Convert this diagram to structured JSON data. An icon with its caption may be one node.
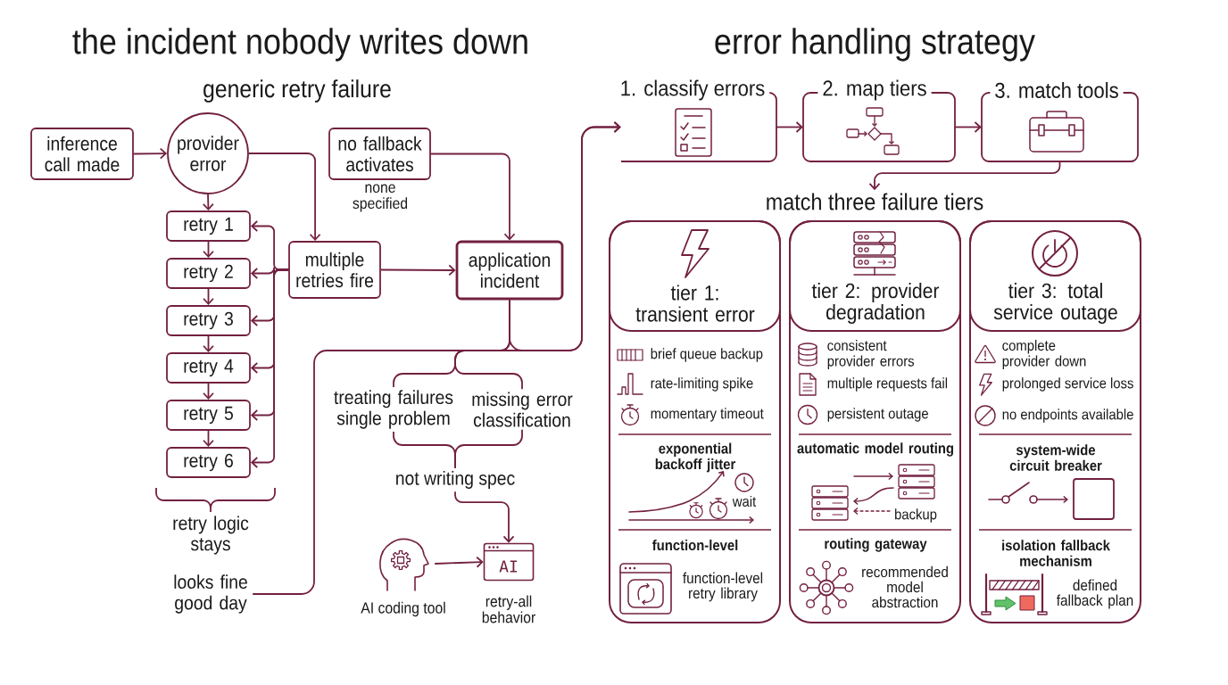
{
  "diagram": {
    "nodes": [
      {
        "text": [
          "inference call made"
        ]
      },
      {
        "text": [
          "provider error"
        ]
      },
      {
        "text": [
          "no fallback activates"
        ],
        "beside": [
          "none specified"
        ]
      },
      {
        "text": [
          "retry 1"
        ]
      },
      {
        "text": [
          "retry 2"
        ]
      },
      {
        "text": [
          "retry 3"
        ]
      },
      {
        "text": [
          "retry 4"
        ]
      },
      {
        "text": [
          "retry 5"
        ]
      },
      {
        "text": [
          "retry 6"
        ]
      },
      {
        "text": [
          "multiple retries fire"
        ]
      },
      {
        "text": [
          "application incident"
        ]
      },
      {
        "text": [
          "treating failures single problem"
        ]
      },
      {
        "text": [
          "missing error classification"
        ]
      },
      {
        "text": [
          "not writing spec"
        ]
      },
      {
        "text": [
          "looks fine good day"
        ]
      },
      {
        "text": [],
        "shape": "picture",
        "beside": [
          "AI coding tool"
        ]
      },
      {
        "text": [
          "AI"
        ],
        "beside": [
          "retry-all behavior"
        ]
      },
      {
        "text": [
          "1. classify errors"
        ]
      },
      {
        "text": [
          "2. map tiers"
        ]
      },
      {
        "text": [
          "3. match tools"
        ]
      },
      {
        "text": [
          "match three failure tiers"
        ]
      },
      {
        "text": [
          "brief queue backup",
          "rate-limiting spike",
          "momentary timeout",
          "exponential backoff jitter",
          "wait",
          "function-level",
          "function-level retry library"
        ]
      },
      {
        "text": [
          "tier 1: transient error"
        ],
        "in": 21
      },
      {
        "text": [
          "consistent provider errors",
          "multiple requests fail",
          "persistent outage",
          "automatic model routing",
          "backup",
          "routing gateway",
          "recommended model abstraction"
        ]
      },
      {
        "text": [
          "tier 2: provider degradation"
        ],
        "in": 23
      },
      {
        "text": [
          "complete provider down",
          "prolonged service loss",
          "no endpoints available",
          "system-wide circuit breaker",
          "isolation fallback mechanism",
          "defined fallback plan"
        ]
      },
      {
        "text": [
          "tier 3: total service outage"
        ],
        "in": 25
      }
    ],
    "edges": [
      {
        "from": 0,
        "to": 1,
        "arrow": "to"
      },
      {
        "from": 1,
        "to": 3,
        "arrow": "to"
      },
      {
        "from": 1,
        "to": 9,
        "arrow": "to"
      },
      {
        "from": 3,
        "to": 4,
        "arrow": "to"
      },
      {
        "from": 4,
        "to": 5,
        "arrow": "to"
      },
      {
        "from": 5,
        "to": 6,
        "arrow": "to"
      },
      {
        "from": 6,
        "to": 7,
        "arrow": "to"
      },
      {
        "from": 7,
        "to": 8,
        "arrow": "to"
      },
      {
        "from": 9,
        "to": 3,
        "arrow": "to"
      },
      {
        "from": 9,
        "to": 4,
        "arrow": "to"
      },
      {
        "from": 9,
        "to": 5,
        "arrow": "to"
      },
      {
        "from": 9,
        "to": 6,
        "arrow": "to"
      },
      {
        "from": 9,
        "to": 7,
        "arrow": "to"
      },
      {
        "from": 9,
        "to": 8,
        "arrow": "to"
      },
      {
        "from": 9,
        "to": 10,
        "arrow": "to"
      },
      {
        "from": 2,
        "to": 10,
        "arrow": "to"
      },
      {
        "from": 10,
        "to": 17,
        "arrow": "to"
      },
      {
        "from": 14,
        "to": 17,
        "arrow": "to"
      },
      {
        "from": 10,
        "to": 11,
        "arrow": "none"
      },
      {
        "from": 10,
        "to": 12,
        "arrow": "none"
      },
      {
        "from": 11,
        "to": 13,
        "arrow": "none"
      },
      {
        "from": 12,
        "to": 13,
        "arrow": "none"
      },
      {
        "from": 13,
        "to": 16,
        "arrow": "to"
      },
      {
        "from": 15,
        "to": 16,
        "arrow": "to"
      },
      {
        "from": 17,
        "to": 18,
        "arrow": "to"
      },
      {
        "from": 18,
        "to": 19,
        "arrow": "to"
      },
      {
        "from": 19,
        "to": 20,
        "arrow": "to"
      }
    ],
    "labels": [
      "the incident nobody writes down",
      "error handling strategy",
      "generic retry failure",
      "retry logic stays"
    ]
  }
}
